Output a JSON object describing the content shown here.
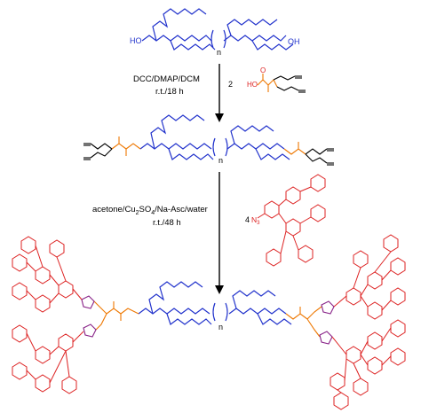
{
  "colors": {
    "peg": "#2233cc",
    "dendron": "#dd2222",
    "linker": "#ee7700",
    "triazole": "#882288",
    "reagent": "#000000",
    "azide": "#dd2222"
  },
  "molecules": {
    "start": {
      "hydroxyl_left": "HO",
      "hydroxyl_right": "OH",
      "repeat": "n"
    },
    "intermediate": {
      "repeat": "n"
    },
    "product": {
      "repeat": "n"
    }
  },
  "step1": {
    "conditions": "DCC/DMAP/DCM",
    "time": "r.t./18 h",
    "equiv": "2",
    "reagent_ho": "HO",
    "reagent_o": "O"
  },
  "step2": {
    "conditions": "acetone/Cu2SO4/Na-Asc/water",
    "conditions_main": "acetone/Cu",
    "conditions_sub": "2",
    "conditions_rest": "SO",
    "conditions_sub2": "4",
    "conditions_tail": "/Na-Asc/water",
    "time": "r.t./48 h",
    "equiv": "4",
    "azide": "N3",
    "azide_main": "N",
    "azide_sub": "3"
  }
}
